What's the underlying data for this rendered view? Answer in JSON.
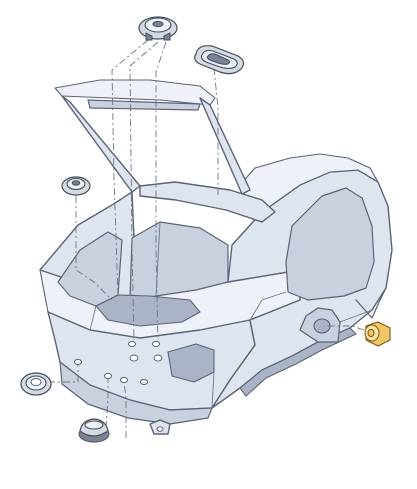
{
  "diagram": {
    "background_color": "#ffffff",
    "body_color": "#dfe5ef",
    "outline_color": "#5a6476",
    "highlight_plug_color": "#f3c768",
    "parts": [
      {
        "name": "plug-top-center",
        "shape": "round cap plug"
      },
      {
        "name": "plug-top-right",
        "shape": "oval grommet"
      },
      {
        "name": "plug-left-upper",
        "shape": "round flat plug"
      },
      {
        "name": "plug-bottom-left",
        "shape": "ring grommet"
      },
      {
        "name": "plug-bottom-center",
        "shape": "dome plug"
      },
      {
        "name": "plug-right-side",
        "shape": "yellow cylindrical plug"
      }
    ]
  }
}
